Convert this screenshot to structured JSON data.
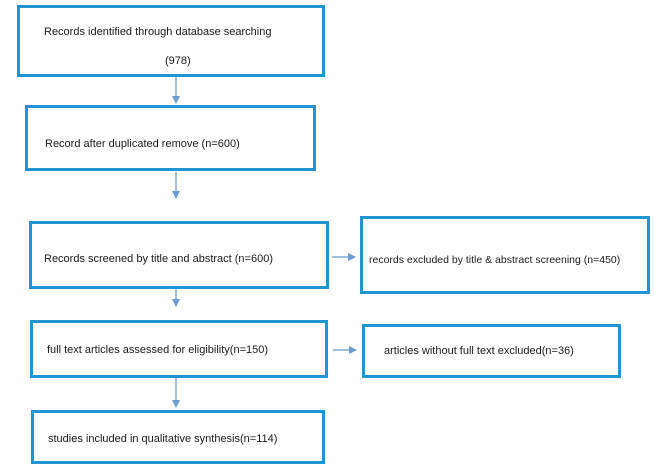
{
  "nodes": {
    "identified": {
      "line1": "Records identified through database searching",
      "line2": "(978)"
    },
    "deduplicated": {
      "label": "Record after duplicated remove (n=600)"
    },
    "screened": {
      "label": "Records screened by title and abstract (n=600)"
    },
    "excluded_screening": {
      "label": "records excluded by title & abstract screening (n=450)"
    },
    "fulltext": {
      "label": "full text articles assessed for eligibility(n=150)"
    },
    "excluded_fulltext": {
      "label": "articles without full text excluded(n=36)"
    },
    "included": {
      "label": "studies included in qualitative synthesis(n=114)"
    }
  },
  "colors": {
    "border": "#1f96d3",
    "arrow": "#6b9bd1"
  }
}
